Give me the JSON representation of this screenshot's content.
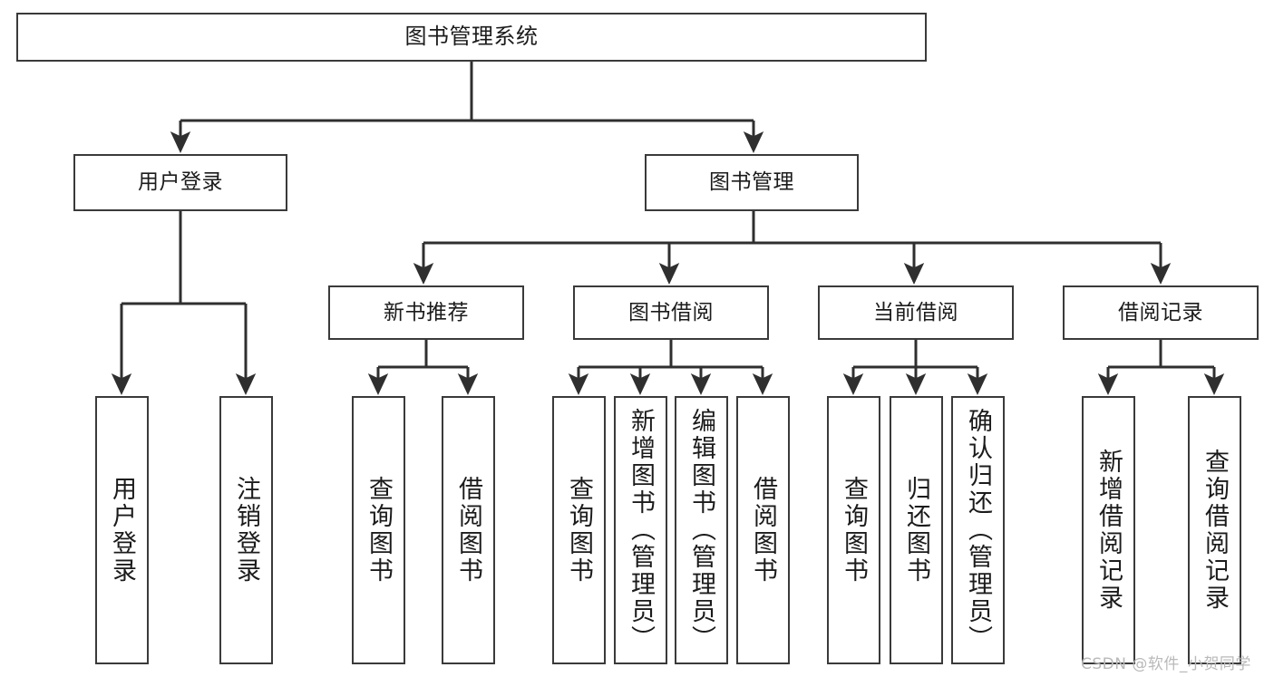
{
  "diagram": {
    "title": "图书管理系统",
    "type": "tree-hierarchy-chart",
    "orientation": "top-down",
    "colors": {
      "box_border": "#3a3a3a",
      "box_fill": "#ffffff",
      "edge": "#2f2f2f",
      "text": "#1b1b1b",
      "watermark": "#b9b9b9",
      "background": "#ffffff"
    }
  },
  "nodes": {
    "root": {
      "label": "图书管理系统",
      "level": 1
    },
    "level2": [
      {
        "id": "user-login",
        "label": "用户登录",
        "level": 2
      },
      {
        "id": "book-management",
        "label": "图书管理",
        "level": 2
      }
    ],
    "level3": [
      {
        "id": "new-book-recommend",
        "label": "新书推荐",
        "level": 3,
        "parent": "book-management"
      },
      {
        "id": "book-borrow",
        "label": "图书借阅",
        "level": 3,
        "parent": "book-management"
      },
      {
        "id": "current-borrow",
        "label": "当前借阅",
        "level": 3,
        "parent": "book-management"
      },
      {
        "id": "borrow-record",
        "label": "借阅记录",
        "level": 3,
        "parent": "book-management"
      }
    ],
    "leaves": [
      {
        "id": "leaf-user-login",
        "label": "用户登录",
        "parent": "user-login"
      },
      {
        "id": "leaf-logout-login",
        "label": "注销登录",
        "parent": "user-login"
      },
      {
        "id": "leaf-query-book-1",
        "label": "查询图书",
        "parent": "new-book-recommend"
      },
      {
        "id": "leaf-borrow-book-1",
        "label": "借阅图书",
        "parent": "new-book-recommend"
      },
      {
        "id": "leaf-query-book-2",
        "label": "查询图书",
        "parent": "book-borrow"
      },
      {
        "id": "leaf-add-book",
        "label": "新增图书（管理员）",
        "parent": "book-borrow"
      },
      {
        "id": "leaf-edit-book",
        "label": "编辑图书（管理员）",
        "parent": "book-borrow"
      },
      {
        "id": "leaf-borrow-book-2",
        "label": "借阅图书",
        "parent": "book-borrow"
      },
      {
        "id": "leaf-query-book-3",
        "label": "查询图书",
        "parent": "current-borrow"
      },
      {
        "id": "leaf-return-book",
        "label": "归还图书",
        "parent": "current-borrow"
      },
      {
        "id": "leaf-confirm-return",
        "label": "确认归还（管理员）",
        "parent": "current-borrow"
      },
      {
        "id": "leaf-add-record",
        "label": "新增借阅记录",
        "parent": "borrow-record"
      },
      {
        "id": "leaf-query-record",
        "label": "查询借阅记录",
        "parent": "borrow-record"
      }
    ]
  },
  "watermark": {
    "text": "CSDN @软件_小贺同学"
  }
}
